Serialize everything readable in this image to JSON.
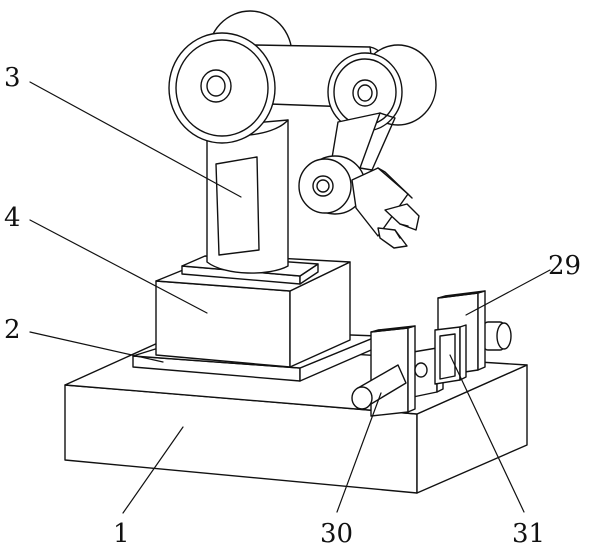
{
  "figure": {
    "labels": [
      {
        "id": "label-1",
        "text": "1"
      },
      {
        "id": "label-2",
        "text": "2"
      },
      {
        "id": "label-3",
        "text": "3"
      },
      {
        "id": "label-4",
        "text": "4"
      },
      {
        "id": "label-29",
        "text": "29"
      },
      {
        "id": "label-30",
        "text": "30"
      },
      {
        "id": "label-31",
        "text": "31"
      }
    ]
  },
  "colors": {
    "line": "#111111",
    "background": "#ffffff"
  }
}
